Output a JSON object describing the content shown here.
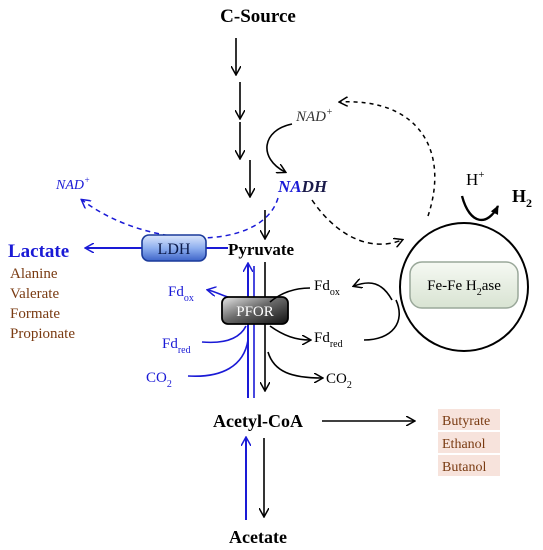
{
  "nodes": {
    "c_source": "C-Source",
    "pyruvate": "Pyruvate",
    "acetyl_coa": "Acetyl-CoA",
    "acetate": "Acetate",
    "lactate": "Lactate",
    "h2": "H",
    "h2_sub": "2",
    "h_plus": "H",
    "h_plus_sup": "+"
  },
  "cofactors": {
    "nad_plus_top": "NAD",
    "nad_plus_top_sup": "+",
    "nadh_na": "NA",
    "nadh_dh": "DH",
    "nad_plus_left": "NAD",
    "nad_plus_left_sup": "+",
    "fd_ox_left": "Fd",
    "fd_ox_left_sub": "ox",
    "fd_red_left": "Fd",
    "fd_red_left_sub": "red",
    "co2_left": "CO",
    "co2_left_sub": "2",
    "fd_ox_right": "Fd",
    "fd_ox_right_sub": "ox",
    "fd_red_right": "Fd",
    "fd_red_right_sub": "red",
    "co2_right": "CO",
    "co2_right_sub": "2"
  },
  "enzymes": {
    "ldh": "LDH",
    "pfor": "PFOR",
    "hydrogenase": "Fe-Fe H",
    "hydrogenase_sub": "2",
    "hydrogenase_suffix": "ase"
  },
  "lactate_byproducts": [
    "Alanine",
    "Valerate",
    "Formate",
    "Propionate"
  ],
  "acetyl_products": [
    "Butyrate",
    "Ethanol",
    "Butanol"
  ],
  "colors": {
    "black": "#000000",
    "blue": "#1a1ad6",
    "brown": "#7a3b12",
    "product_bg": "#f7e3dc",
    "ldh_fill": "#7ea2ea",
    "pfor_fill": "#4a4a4a",
    "hydrogenase_fill": "#e6eee0"
  }
}
